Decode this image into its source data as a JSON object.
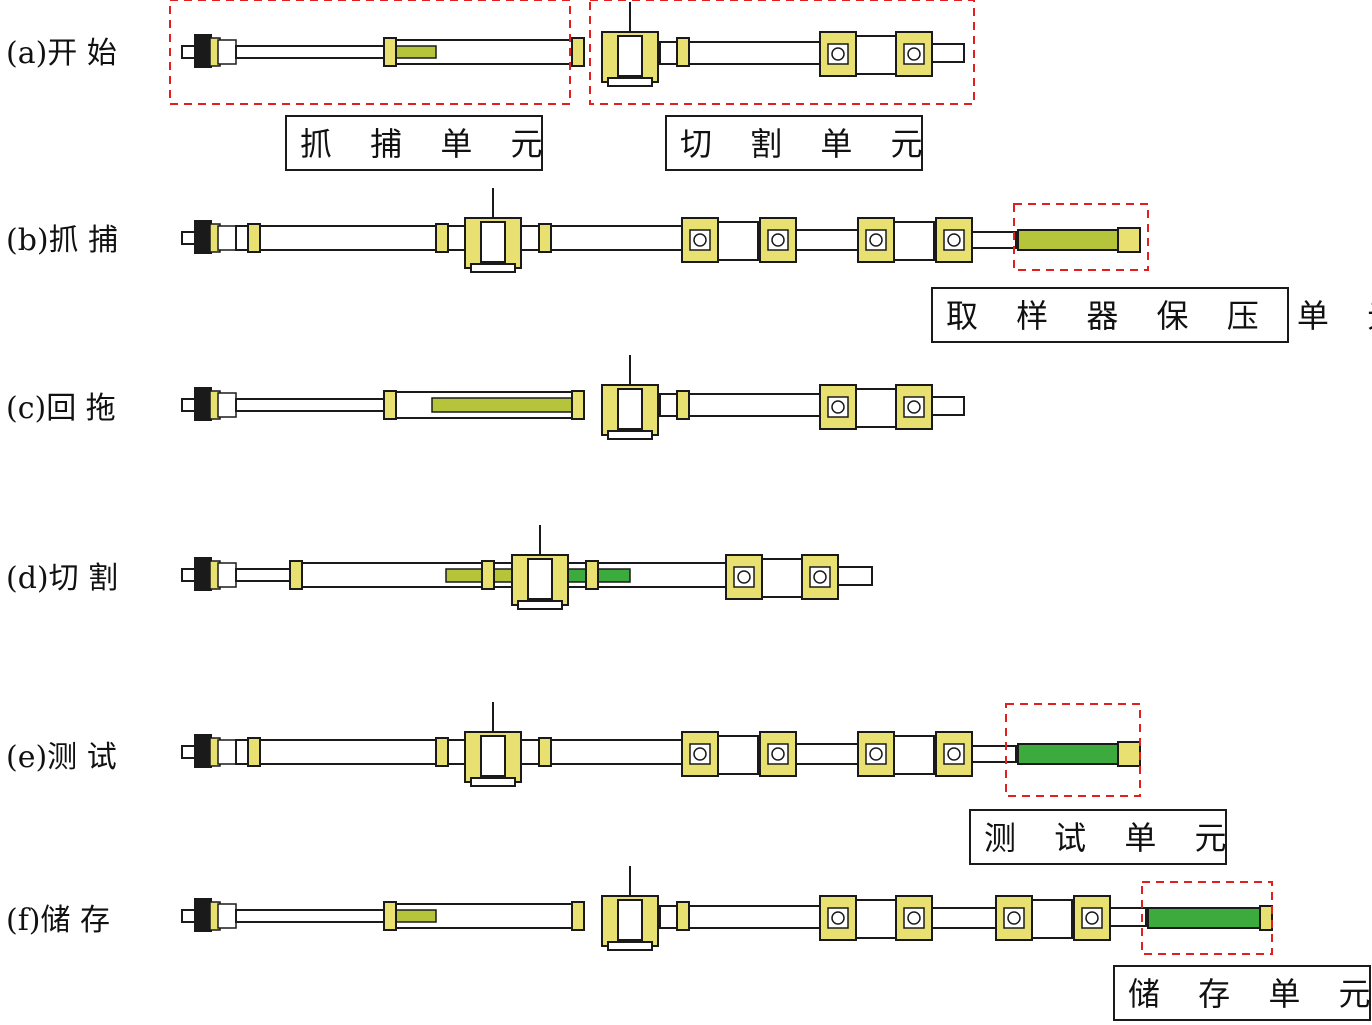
{
  "stages": [
    {
      "id": "a",
      "label": "(a)开 始"
    },
    {
      "id": "b",
      "label": "(b)抓 捕"
    },
    {
      "id": "c",
      "label": "(c)回 拖"
    },
    {
      "id": "d",
      "label": "(d)切 割"
    },
    {
      "id": "e",
      "label": "(e)测 试"
    },
    {
      "id": "f",
      "label": "(f)储 存"
    }
  ],
  "units": {
    "capture": "抓 捕 单 元",
    "cutting": "切 割 单 元",
    "sampler": "取 样 器 保 压 单 元",
    "testing": "测 试 单 元",
    "storage": "储 存 单 元"
  },
  "colors": {
    "outline": "#1a1a1a",
    "flange": "#e8e070",
    "sample_olive": "#b5c43a",
    "sample_green": "#3daa3d",
    "dashed": "#e02020",
    "pipe_fill": "#ffffff"
  }
}
